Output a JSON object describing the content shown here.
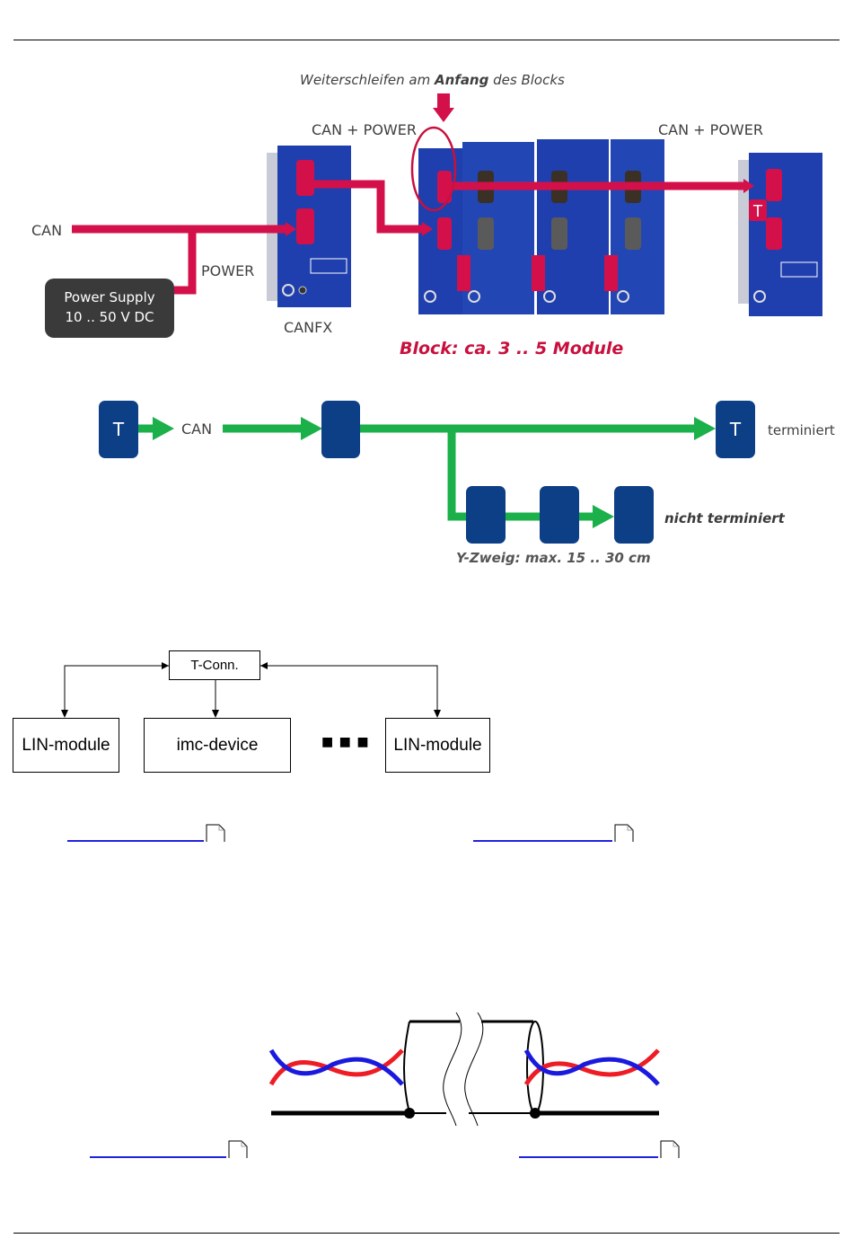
{
  "page": {
    "header_rule": true,
    "footer_rule": true
  },
  "figure1": {
    "caption_top": {
      "prefix": "Weiterschleifen am ",
      "bold": "Anfang",
      "suffix": " des Blocks"
    },
    "label_can_power_left": "CAN + POWER",
    "label_can_power_right": "CAN + POWER",
    "label_can": "CAN",
    "label_power": "POWER",
    "power_supply": {
      "line1": "Power Supply",
      "line2": "10 .. 50 V DC"
    },
    "label_canfx": "CANFX",
    "block_caption": "Block: ca. 3 .. 5 Module",
    "terminator_badge": "T",
    "module_count_in_block": 4,
    "colors": {
      "cable": "#d4104a",
      "module_blue": "#1f3fae",
      "caption": "#c8103e"
    }
  },
  "figure2": {
    "node_start_label": "T",
    "label_can": "CAN",
    "node_end_label": "T",
    "label_terminated": "terminiert",
    "label_not_terminated": "nicht terminiert",
    "label_branch": "Y-Zweig: max. 15 .. 30 cm",
    "branch_node_count": 3,
    "colors": {
      "node": "#0d3f86",
      "line": "#1bb04a"
    }
  },
  "figure3": {
    "tconn_label": "T-Conn.",
    "boxes": [
      {
        "label": "LIN-module"
      },
      {
        "label": "imc-device"
      },
      {
        "label": "LIN-module"
      }
    ],
    "ellipsis": "■ ■ ■"
  },
  "links_row1": [
    {
      "text": "",
      "icon": "page-reference-icon"
    },
    {
      "text": "",
      "icon": "page-reference-icon"
    }
  ],
  "figure4": {
    "wire_colors": {
      "red": "#ee1c24",
      "blue": "#1a1adf",
      "shield": "#000000"
    }
  },
  "links_row2": [
    {
      "text": "",
      "icon": "page-reference-icon"
    },
    {
      "text": "",
      "icon": "page-reference-icon"
    }
  ]
}
